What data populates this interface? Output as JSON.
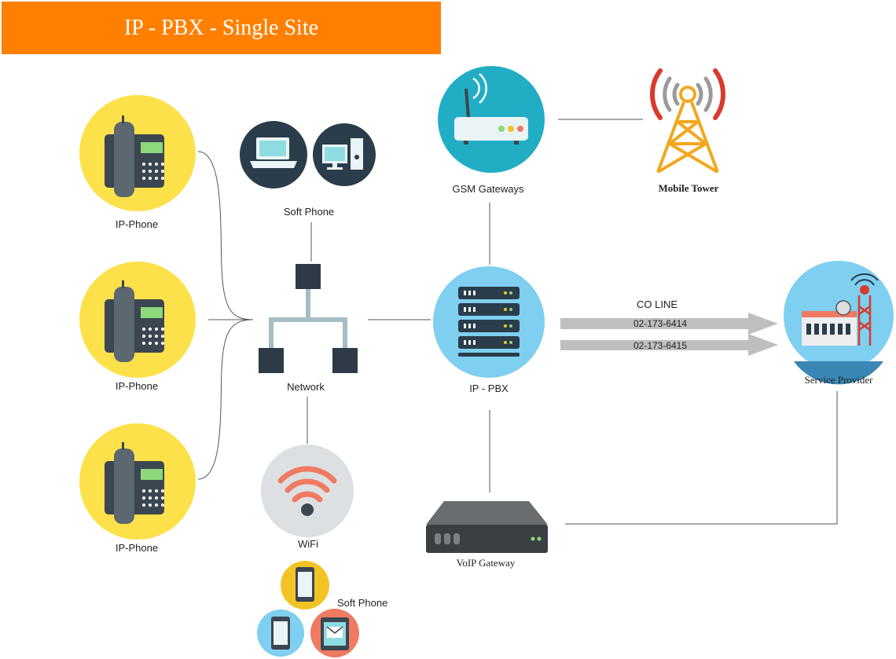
{
  "title": "IP - PBX - Single Site",
  "colors": {
    "title_bg": "#ff8000",
    "phone_circle": "#fde14a",
    "pbx_circle": "#7ecff0",
    "gsm_circle": "#21aec5",
    "pc_circle": "#2b3c4a",
    "wifi_circle": "#dde0e2",
    "wifi_arcs": "#f07a62",
    "arrow_fill": "#bfbfbf",
    "line": "#555555"
  },
  "labels": {
    "ip_phone_1": "IP-Phone",
    "ip_phone_2": "IP-Phone",
    "ip_phone_3": "IP-Phone",
    "soft_phone_top": "Soft Phone",
    "network": "Network",
    "wifi": "WiFi",
    "soft_phone_bottom": "Soft Phone",
    "gsm_gateways": "GSM Gateways",
    "mobile_tower": "Mobile Tower",
    "ip_pbx": "IP - PBX",
    "co_line": "CO LINE",
    "line_1": "02-173-6414",
    "line_2": "02-173-6415",
    "service_provider": "Service Provider",
    "voip_gateway": "VoIP Gateway"
  }
}
